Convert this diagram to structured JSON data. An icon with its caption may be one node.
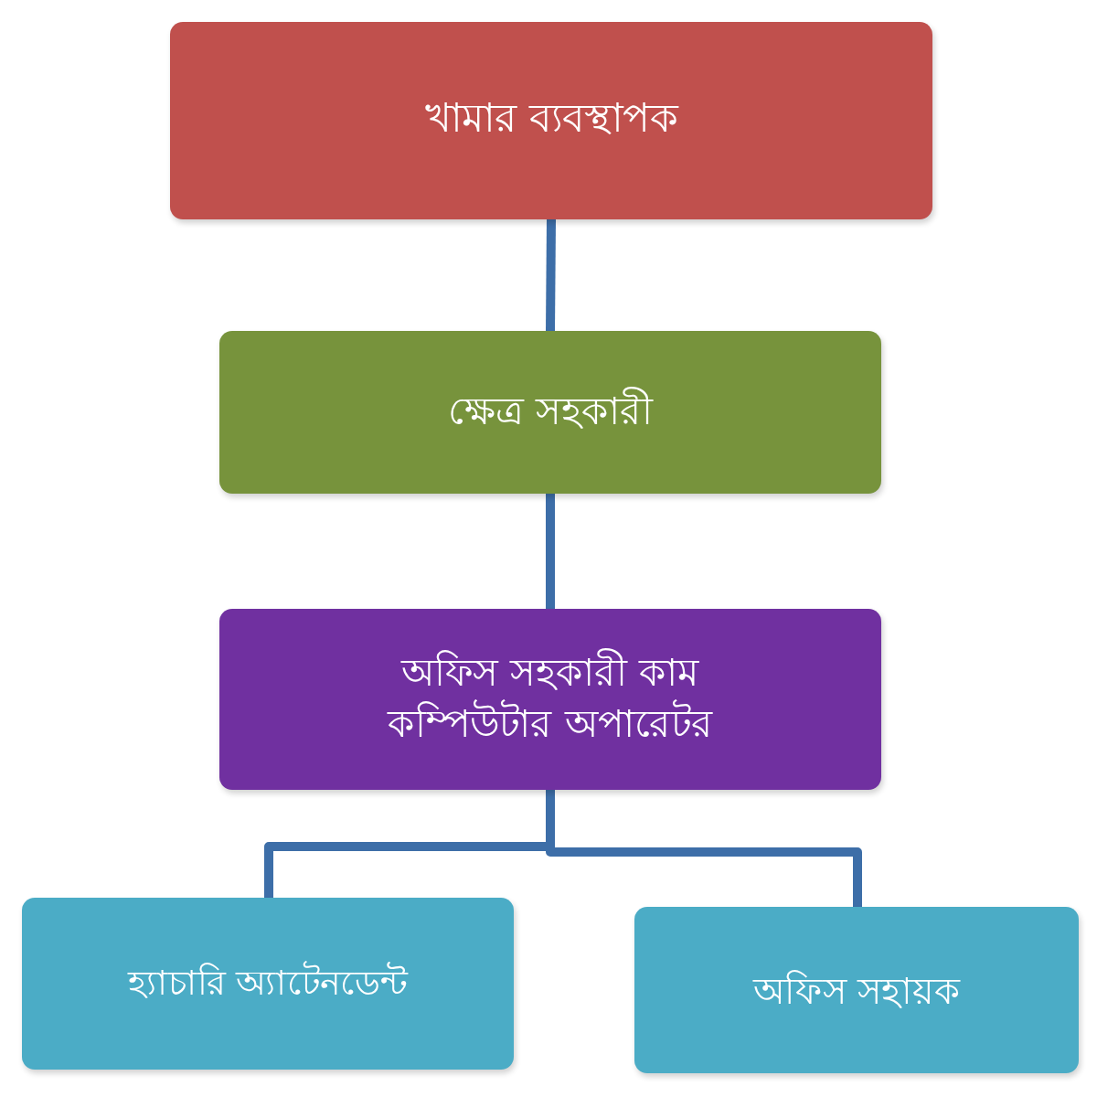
{
  "diagram": {
    "nodes": [
      {
        "text": [
          "খামার ব্যবস্থাপক"
        ]
      },
      {
        "text": [
          "ক্ষেত্র সহকারী"
        ]
      },
      {
        "text": [
          "অফিস সহকারী কাম কম্পিউটার অপারেটর"
        ]
      },
      {
        "text": [
          "হ্যাচারি অ্যাটেনডেন্ট"
        ]
      },
      {
        "text": [
          "অফিস সহায়ক"
        ]
      }
    ],
    "edges": [
      {
        "from": 0,
        "to": 1,
        "arrow": "none"
      },
      {
        "from": 1,
        "to": 2,
        "arrow": "none"
      },
      {
        "from": 2,
        "to": 3,
        "arrow": "none"
      },
      {
        "from": 2,
        "to": 4,
        "arrow": "none"
      }
    ]
  }
}
